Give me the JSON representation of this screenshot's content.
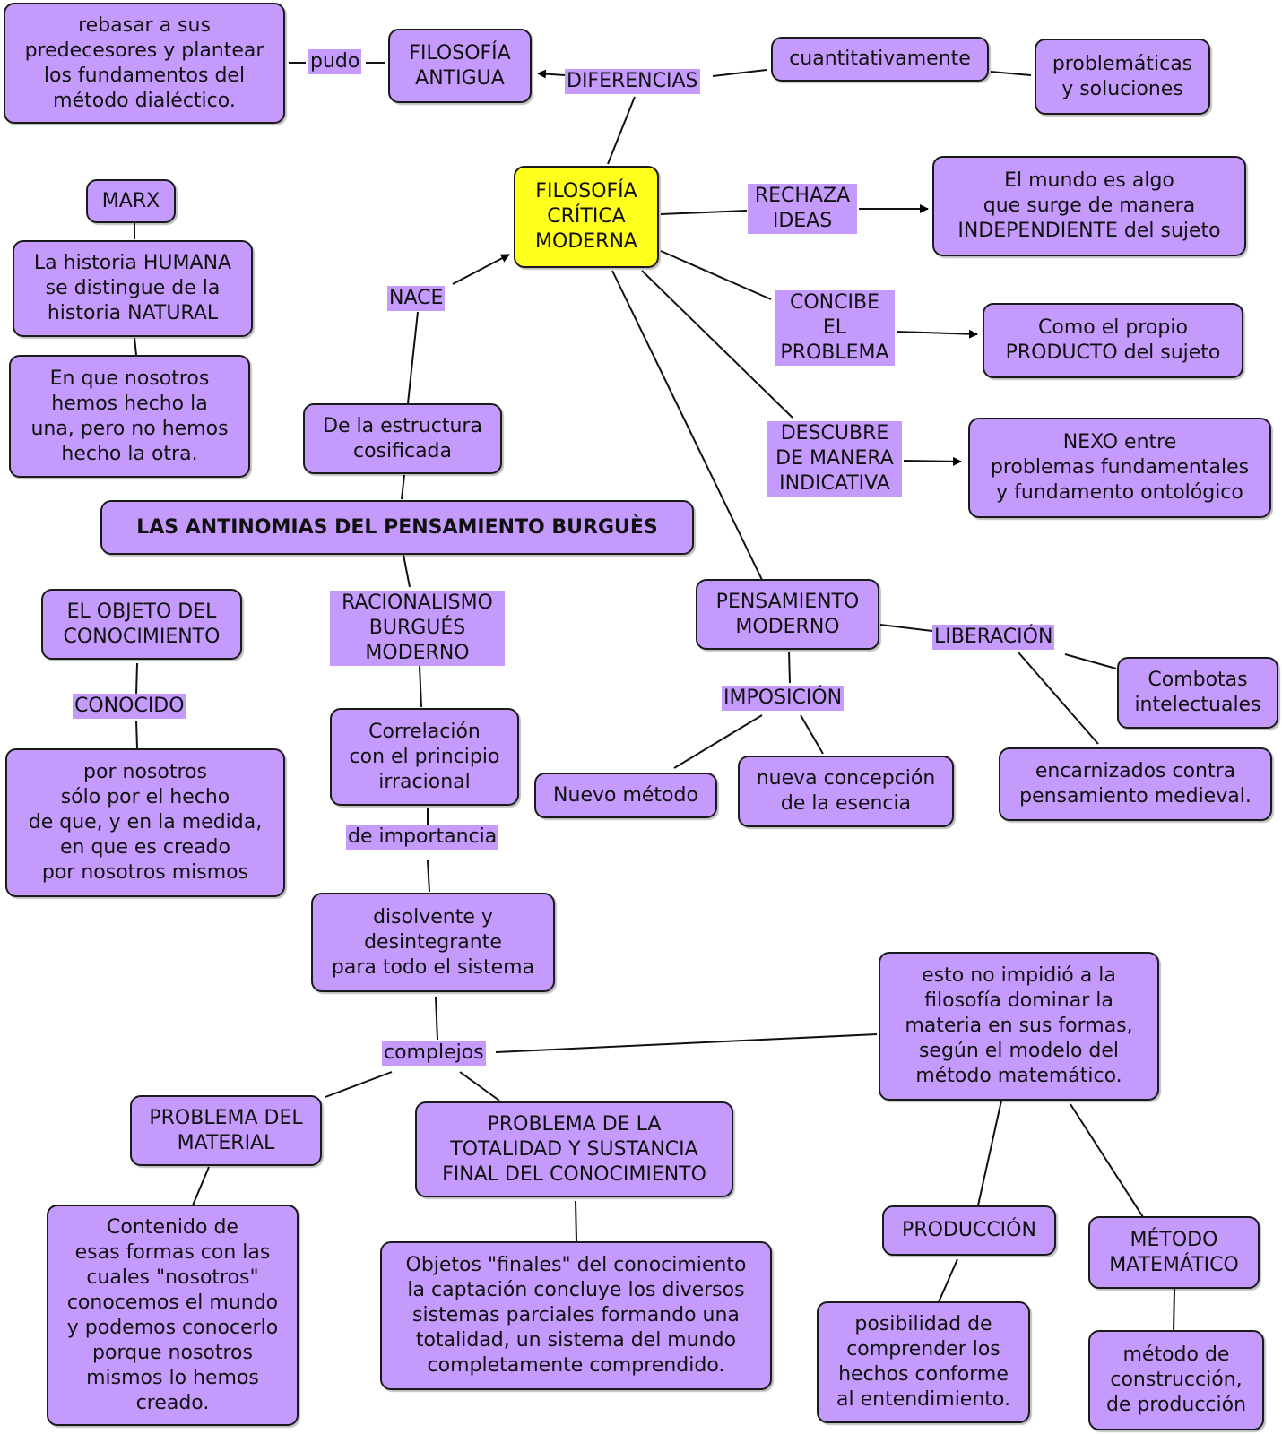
{
  "nodes": {
    "rebasar": "rebasar a sus\npredecesores y plantear\nlos fundamentos del\nmétodo dialéctico.",
    "filosofia_antigua": "FILOSOFÍA\nANTIGUA",
    "cuantitativamente": "cuantitativamente",
    "problematicas": "problemáticas\ny soluciones",
    "marx": "MARX",
    "central": "FILOSOFÍA\nCRÍTICA\nMODERNA",
    "mundo": "El mundo es algo\nque surge de manera\nINDEPENDIENTE del sujeto",
    "historia_humana": "La historia HUMANA\nse distingue de la\nhistoria NATURAL",
    "en_que_nosotros": "En que nosotros\nhemos hecho la\nuna, pero no hemos\nhecho la otra.",
    "producto_sujeto": "Como el propio\nPRODUCTO del sujeto",
    "estructura": "De la estructura\ncosificada",
    "nexo": "NEXO entre\nproblemas fundamentales\ny fundamento ontológico",
    "antinomias": "LAS ANTINOMIAS DEL PENSAMIENTO BURGUÈS",
    "objeto_conocimiento": "EL OBJETO DEL\nCONOCIMIENTO",
    "pensamiento_moderno": "PENSAMIENTO\nMODERNO",
    "combotas": "Combotas\nintelectuales",
    "correlacion": "Correlación\ncon el principio\nirracional",
    "por_nosotros": "por nosotros\nsólo por el hecho\nde que, y en la medida,\nen que es creado\npor nosotros mismos",
    "nuevo_metodo": "Nuevo método",
    "nueva_concepcion": "nueva concepción\nde la esencia",
    "encarnizados": "encarnizados contra\npensamiento medieval.",
    "disolvente": "disolvente y\ndesintegrante\npara todo el sistema",
    "esto_no_impidio": "esto no impidió a la\nfilosofía dominar la\nmateria en sus formas,\nsegún el modelo del\nmétodo matemático.",
    "problema_material": "PROBLEMA DEL\nMATERIAL",
    "problema_totalidad": "PROBLEMA DE LA\nTOTALIDAD Y SUSTANCIA\nFINAL DEL CONOCIMIENTO",
    "produccion": "PRODUCCIÓN",
    "metodo_matematico": "MÉTODO\nMATEMÁTICO",
    "contenido": "Contenido de\nesas formas con las\ncuales \"nosotros\"\nconocemos el mundo\ny podemos conocerlo\nporque nosotros\nmismos lo hemos\ncreado.",
    "objetos_finales": "Objetos \"finales\" del conocimiento\nla captación concluye  los diversos\nsistemas parciales formando una\ntotalidad, un sistema del mundo\ncompletamente comprendido.",
    "posibilidad": "posibilidad de\ncomprender los\nhechos conforme\nal entendimiento.",
    "metodo_construccion": "método de\nconstrucción,\nde producción"
  },
  "labels": {
    "pudo": "pudo",
    "diferencias": "DIFERENCIAS",
    "rechaza": "RECHAZA\nIDEAS",
    "concibe": "CONCIBE\nEL\nPROBLEMA",
    "nace": "NACE",
    "descubre": "DESCUBRE\nDE MANERA\nINDICATIVA",
    "racionalismo": "RACIONALISMO\nBURGUÉS\nMODERNO",
    "liberacion": "LIBERACIÓN",
    "conocido": "CONOCIDO",
    "imposicion": "IMPOSICIÓN",
    "importancia": "de importancia",
    "complejos": "complejos"
  },
  "colors": {
    "node_fill": "#c49bfc",
    "central_fill": "#ffff1e",
    "border": "#1a1a1a"
  }
}
